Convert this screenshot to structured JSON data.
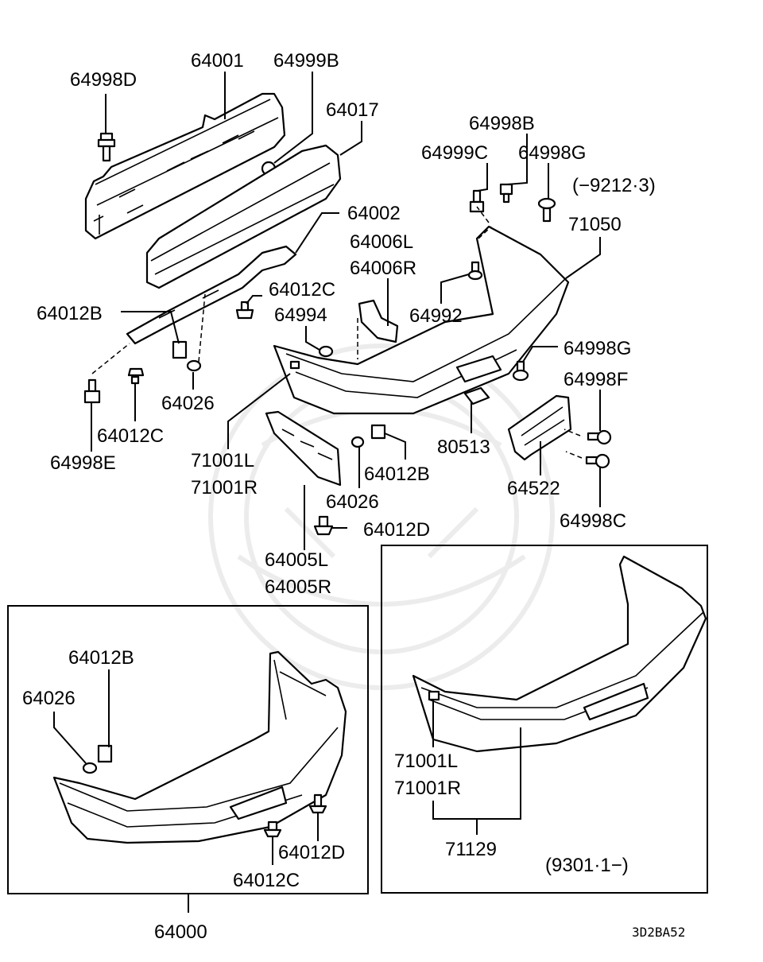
{
  "labels": {
    "p64001": "64001",
    "p64999B": "64999B",
    "p64998D": "64998D",
    "p64017": "64017",
    "p64002": "64002",
    "p64006L": "64006L",
    "p64006R": "64006R",
    "p64012C_a": "64012C",
    "p64012B_a": "64012B",
    "p64994": "64994",
    "p64026_a": "64026",
    "p64012C_b": "64012C",
    "p64998E": "64998E",
    "p71001L_a": "71001L",
    "p71001R_a": "71001R",
    "p64012B_b": "64012B",
    "p64026_b": "64026",
    "p64012D_a": "64012D",
    "p64005L": "64005L",
    "p64005R": "64005R",
    "p64998B": "64998B",
    "p64999C": "64999C",
    "p64998G_a": "64998G",
    "date_a": "(−9212·3)",
    "p71050": "71050",
    "p64992": "64992",
    "p64998G_b": "64998G",
    "p64998F": "64998F",
    "p80513": "80513",
    "p64522": "64522",
    "p64998C": "64998C",
    "p64012B_c": "64012B",
    "p64026_c": "64026",
    "p64012D_b": "64012D",
    "p64012C_c": "64012C",
    "p64000": "64000",
    "p71001L_b": "71001L",
    "p71001R_b": "71001R",
    "p71129": "71129",
    "date_b": "(9301·1−)",
    "code": "3D2BA52"
  }
}
